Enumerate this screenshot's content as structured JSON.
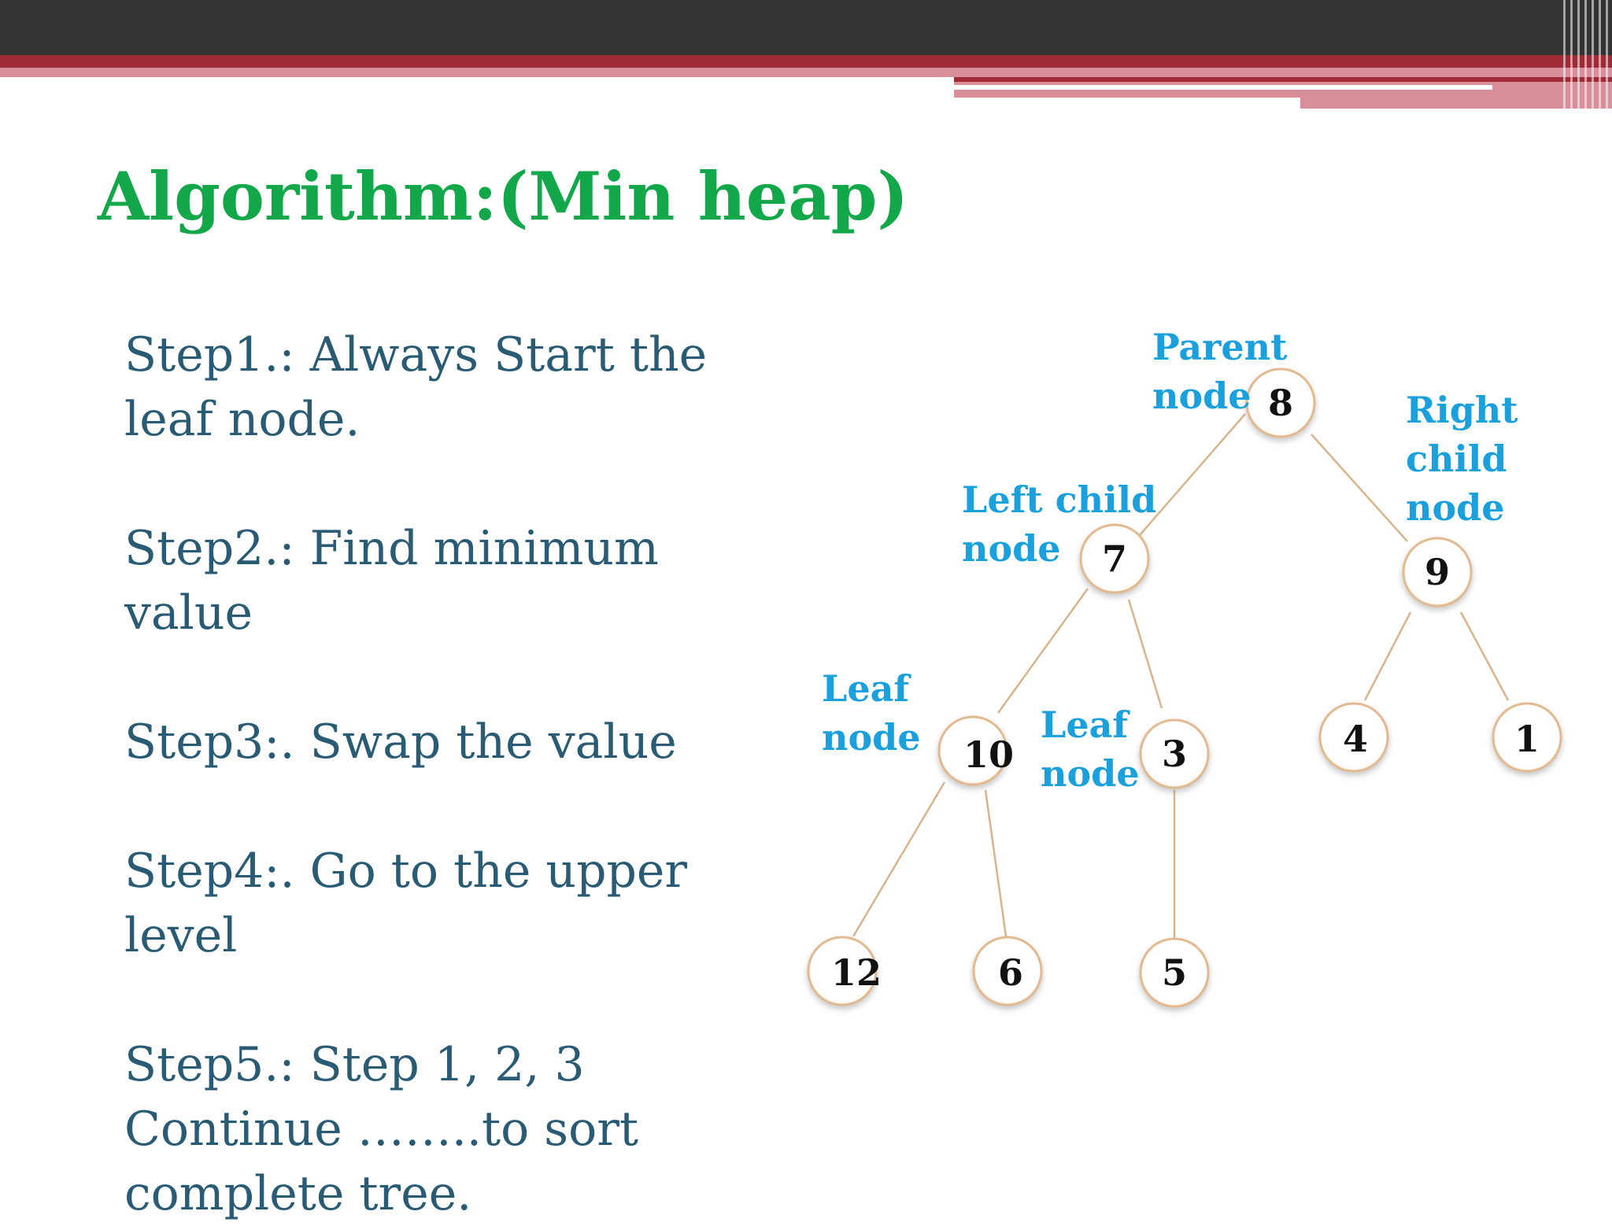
{
  "title": "Algorithm:(Min heap)",
  "steps": [
    "Step1.: Always Start the leaf node.",
    "Step2.: Find minimum value",
    "Step3:. Swap the value",
    "Step4:. Go to the upper level",
    "Step5.:  Step 1, 2, 3  Continue ……..to sort complete tree."
  ],
  "diagram": {
    "nodes": {
      "n8": "8",
      "n7": "7",
      "n9": "9",
      "n10": "10",
      "n3": "3",
      "n4": "4",
      "n1": "1",
      "n12": "12",
      "n6": "6",
      "n5": "5"
    },
    "labels": {
      "parent": "Parent\nnode",
      "left_child": "Left child\nnode",
      "right_child": "Right\nchild\nnode",
      "leaf1": "Leaf\nnode",
      "leaf2": "Leaf\nnode"
    }
  },
  "colors": {
    "title": "#12a84a",
    "body_text": "#2a5b74",
    "label": "#1aa0dc",
    "node_edge": "#e3b98f",
    "header_dark": "#333333",
    "header_red": "#9e2a35",
    "header_pink": "#d88f99"
  }
}
